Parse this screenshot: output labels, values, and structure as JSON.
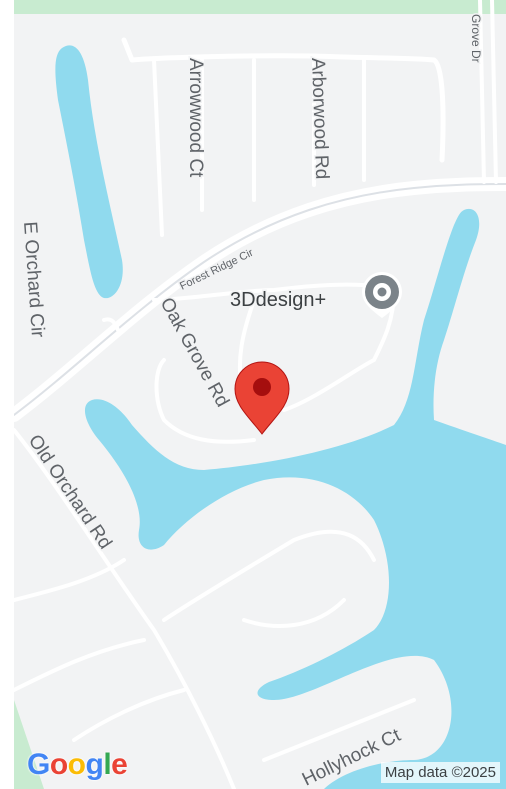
{
  "map": {
    "roads": {
      "grove_dr": "Grove Dr",
      "arrowwood_ct": "Arrowwood Ct",
      "arborwood_rd": "Arborwood Rd",
      "forest_ridge_cir": "Forest Ridge Cir",
      "e_orchard_cir": "E Orchard Cir",
      "oak_grove_rd": "Oak Grove Rd",
      "old_orchard_rd": "Old Orchard Rd",
      "hollyhock_ct": "Hollyhock Ct"
    },
    "poi": {
      "name": "3Ddesign+",
      "icon": "location-circle-icon"
    },
    "marker": {
      "icon": "map-pin-icon",
      "color": "#ea4335"
    },
    "colors": {
      "land": "#f2f3f4",
      "water": "#90daee",
      "road": "#ffffff",
      "park": "#c8ebd0"
    }
  },
  "footer": {
    "logo": {
      "G": "G",
      "o1": "o",
      "o2": "o",
      "g": "g",
      "l": "l",
      "e": "e"
    },
    "attribution": "Map data ©2025"
  }
}
